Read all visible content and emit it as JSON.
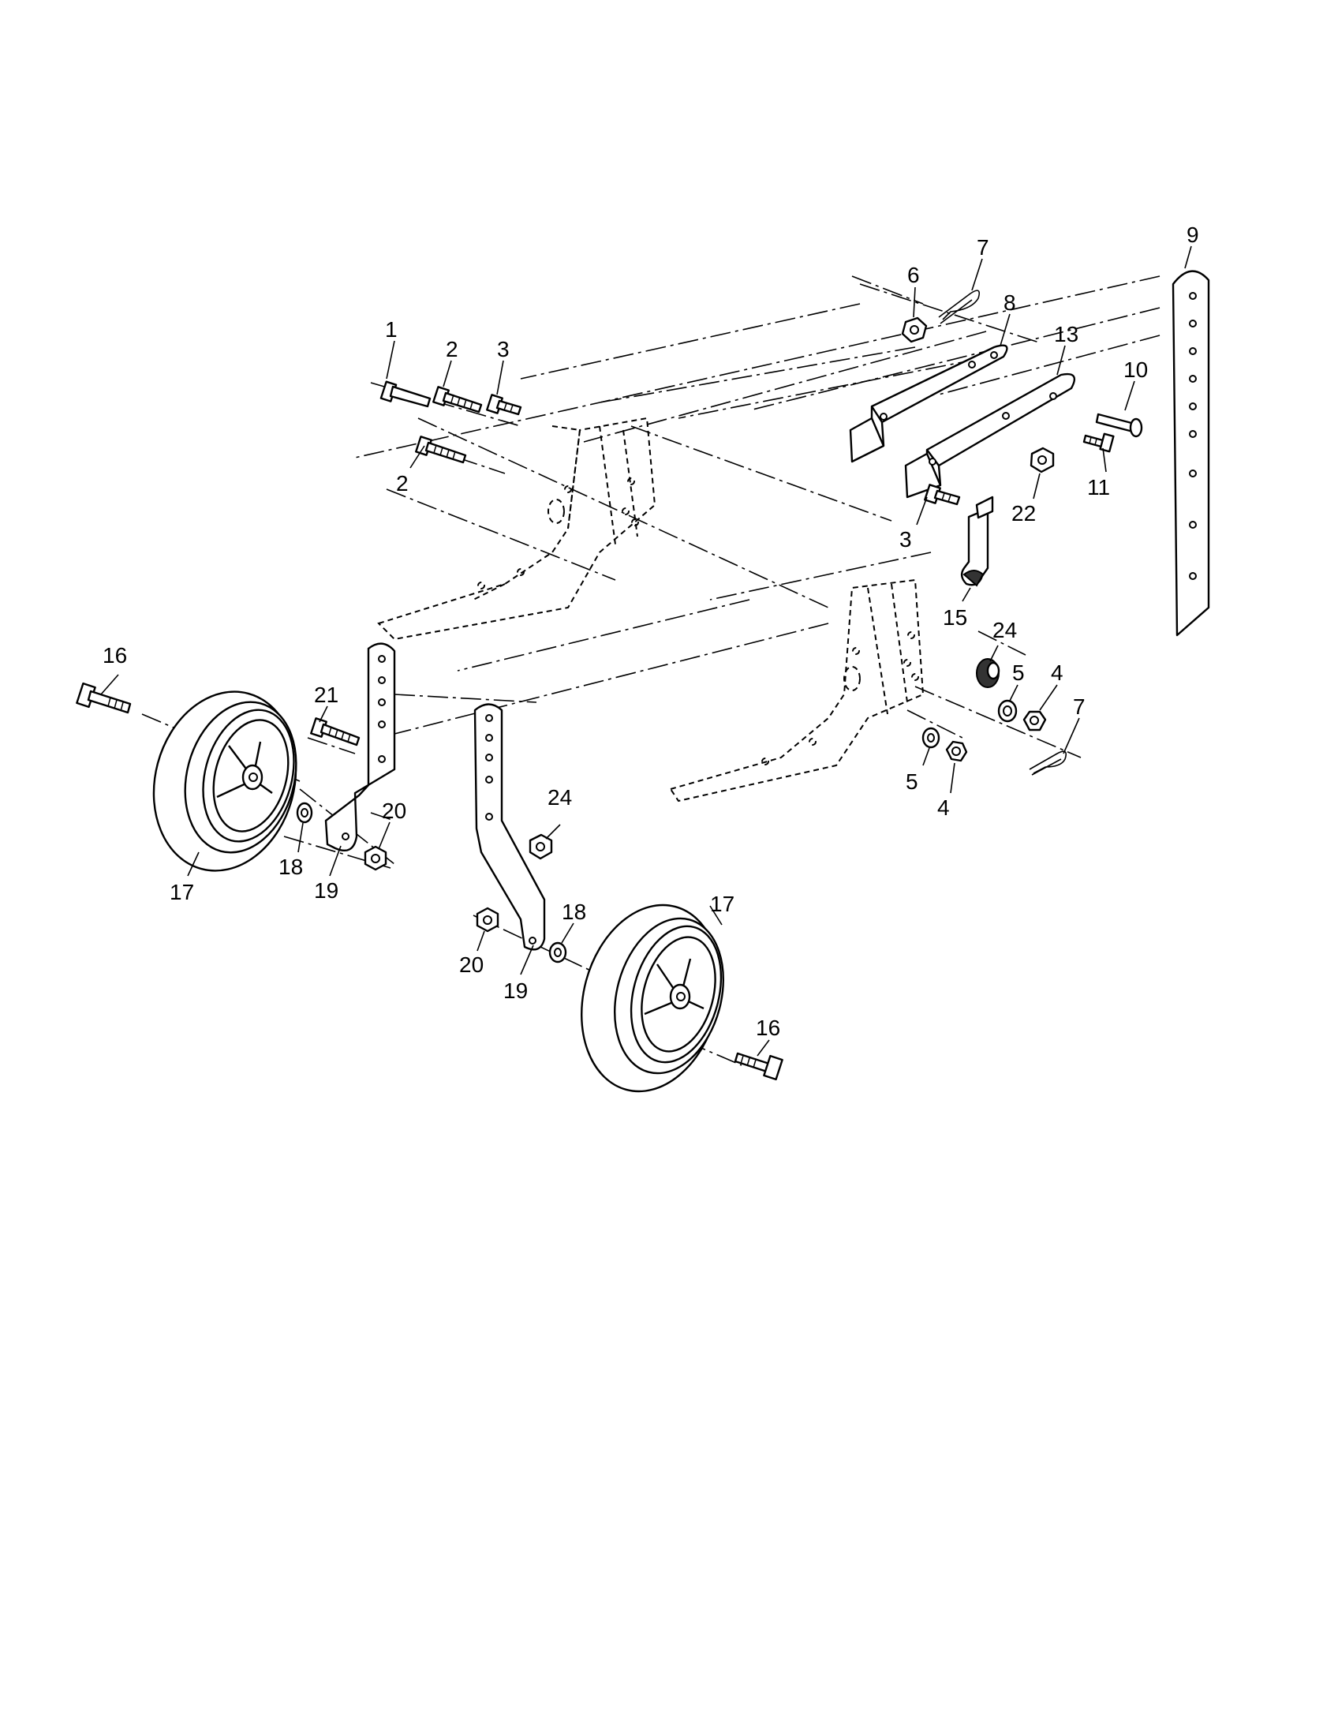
{
  "callouts": [
    {
      "id": "c1",
      "text": "1"
    },
    {
      "id": "c2a",
      "text": "2"
    },
    {
      "id": "c2b",
      "text": "2"
    },
    {
      "id": "c3a",
      "text": "3"
    },
    {
      "id": "c3b",
      "text": "3"
    },
    {
      "id": "c4a",
      "text": "4"
    },
    {
      "id": "c4b",
      "text": "4"
    },
    {
      "id": "c5a",
      "text": "5"
    },
    {
      "id": "c5b",
      "text": "5"
    },
    {
      "id": "c6",
      "text": "6"
    },
    {
      "id": "c7a",
      "text": "7"
    },
    {
      "id": "c7b",
      "text": "7"
    },
    {
      "id": "c8",
      "text": "8"
    },
    {
      "id": "c9",
      "text": "9"
    },
    {
      "id": "c10",
      "text": "10"
    },
    {
      "id": "c11",
      "text": "11"
    },
    {
      "id": "c13",
      "text": "13"
    },
    {
      "id": "c15",
      "text": "15"
    },
    {
      "id": "c16a",
      "text": "16"
    },
    {
      "id": "c16b",
      "text": "16"
    },
    {
      "id": "c17a",
      "text": "17"
    },
    {
      "id": "c17b",
      "text": "17"
    },
    {
      "id": "c18a",
      "text": "18"
    },
    {
      "id": "c18b",
      "text": "18"
    },
    {
      "id": "c19a",
      "text": "19"
    },
    {
      "id": "c19b",
      "text": "19"
    },
    {
      "id": "c20a",
      "text": "20"
    },
    {
      "id": "c20b",
      "text": "20"
    },
    {
      "id": "c21",
      "text": "21"
    },
    {
      "id": "c22",
      "text": "22"
    },
    {
      "id": "c24a",
      "text": "24"
    },
    {
      "id": "c24b",
      "text": "24"
    }
  ]
}
